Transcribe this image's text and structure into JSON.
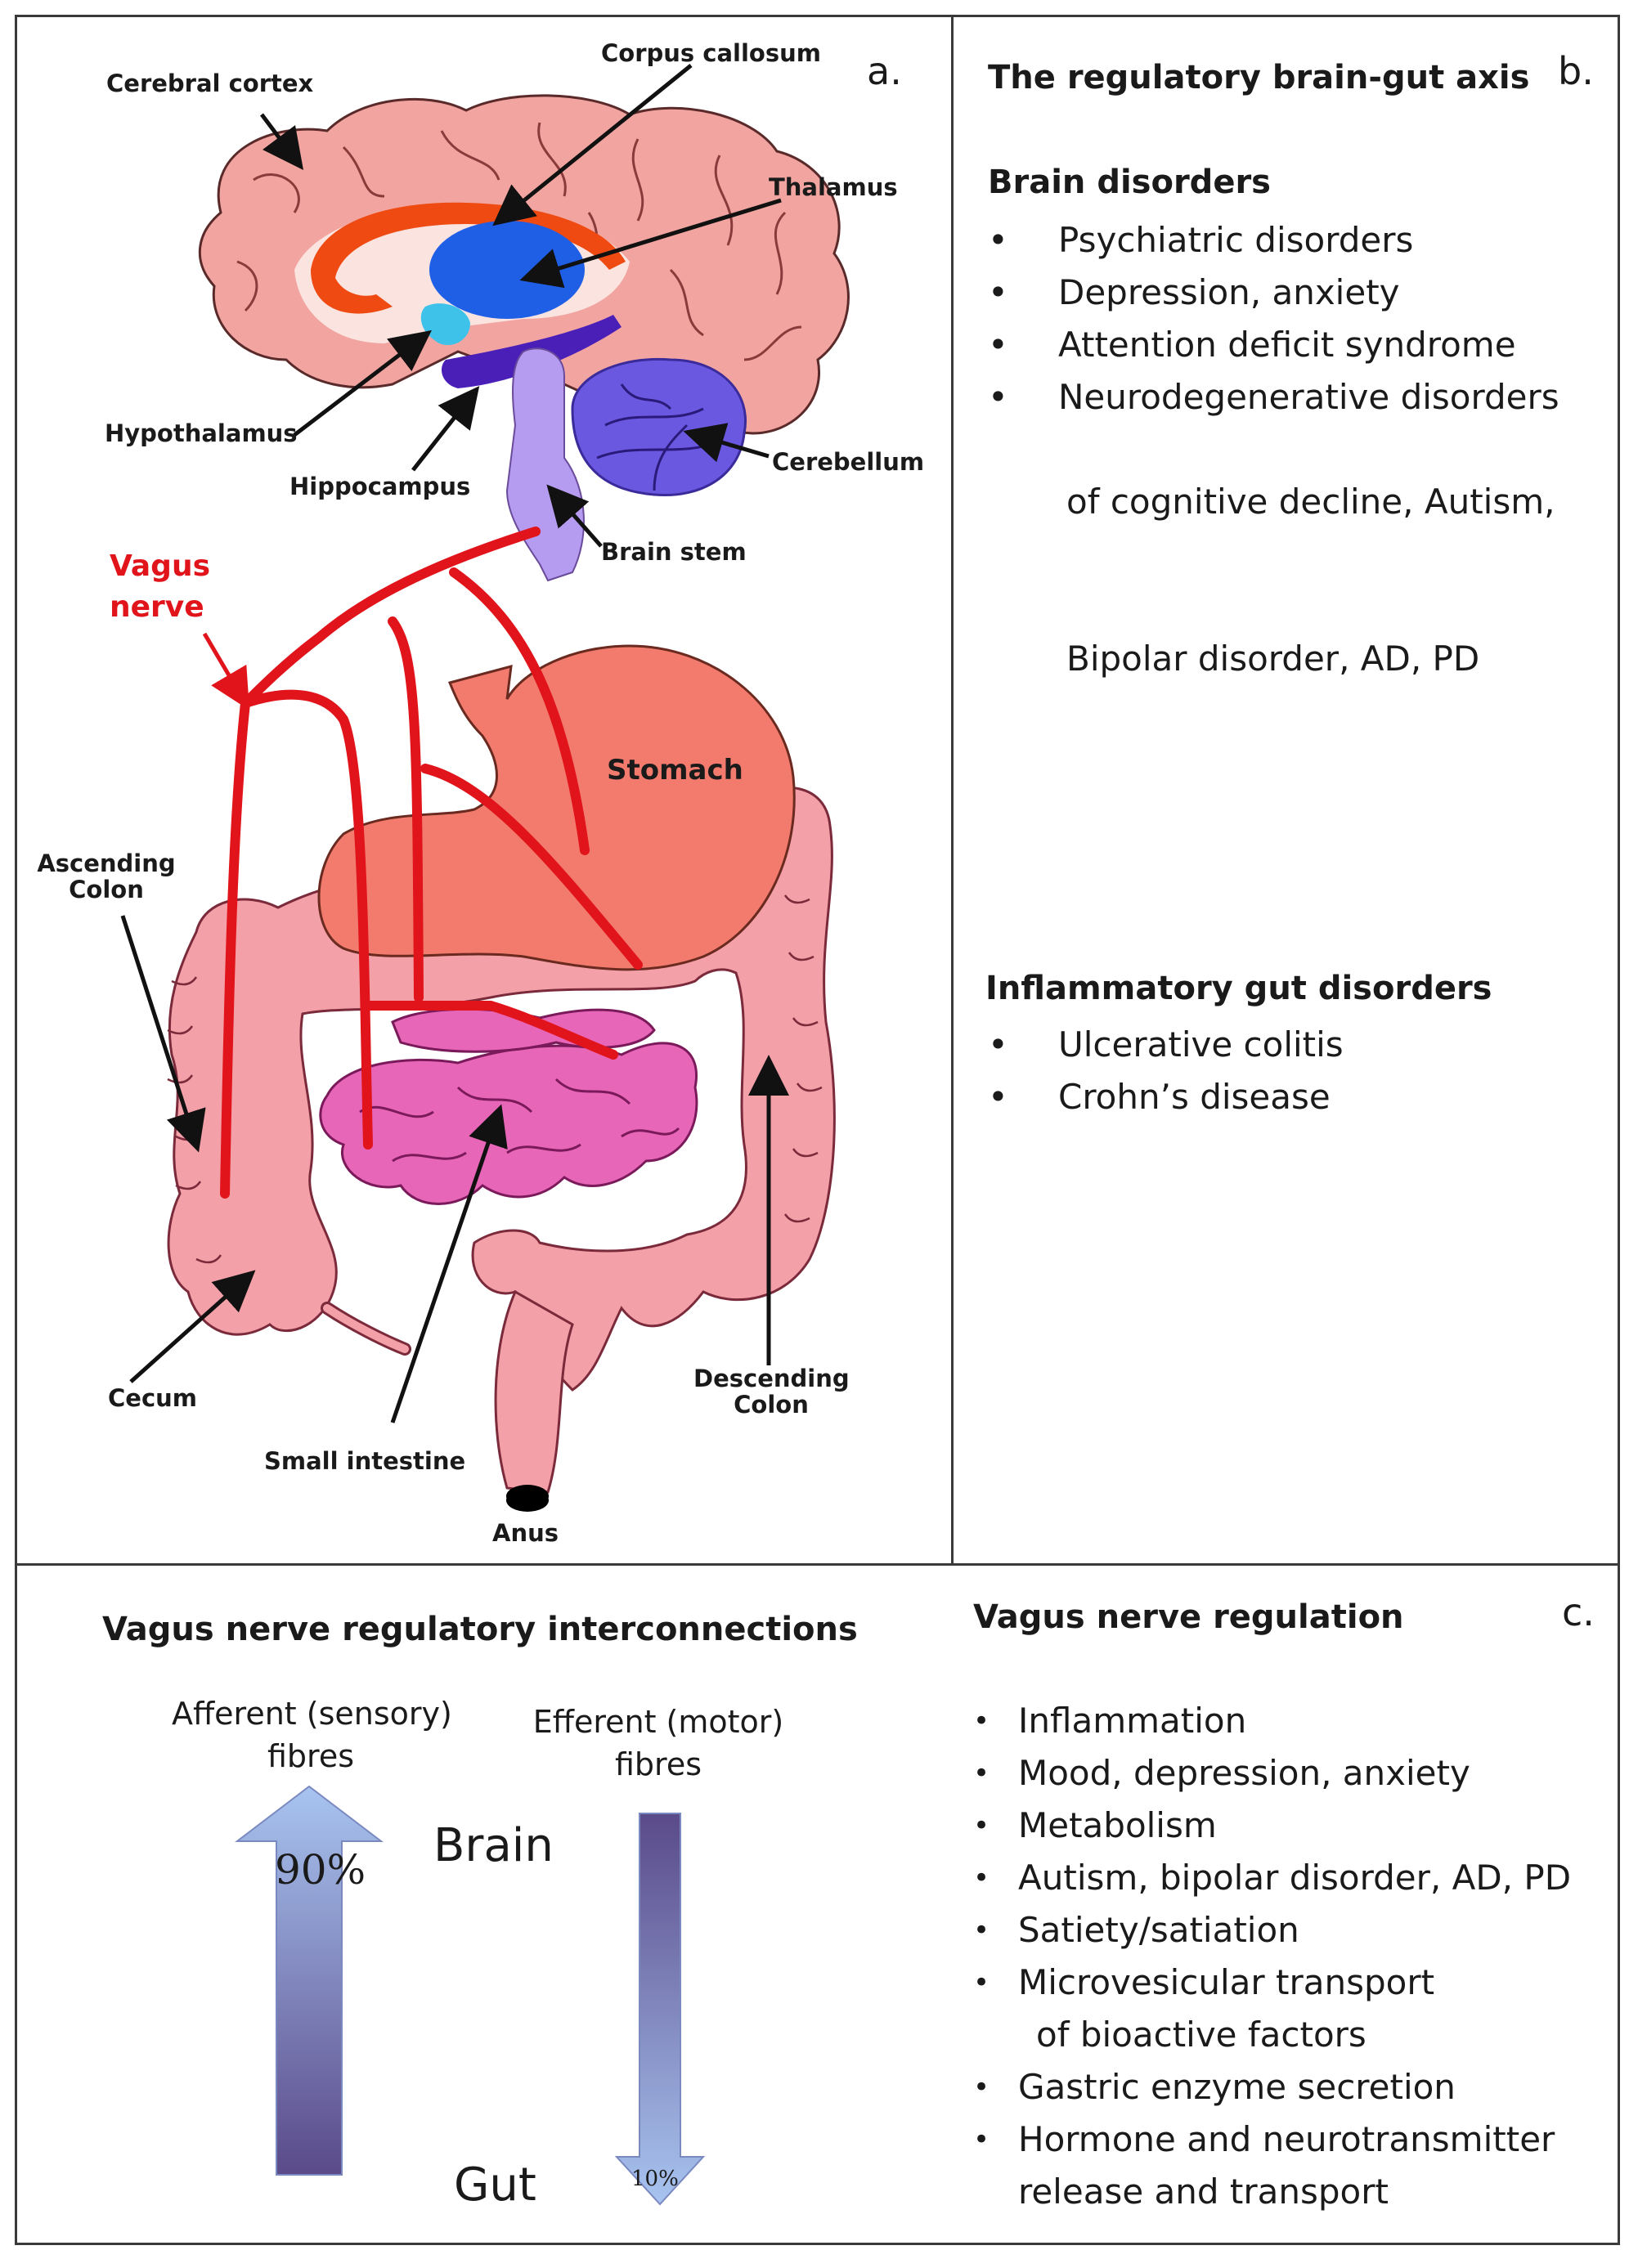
{
  "panel_a": {
    "letter": "a.",
    "labels": {
      "cerebral_cortex": "Cerebral cortex",
      "corpus_callosum": "Corpus callosum",
      "thalamus": "Thalamus",
      "hypothalamus": "Hypothalamus",
      "hippocampus": "Hippocampus",
      "cerebellum": "Cerebellum",
      "brain_stem": "Brain stem",
      "vagus_line1": "Vagus",
      "vagus_line2": "nerve",
      "stomach": "Stomach",
      "ascending_line1": "Ascending",
      "ascending_line2": "Colon",
      "cecum": "Cecum",
      "small_intestine": "Small intestine",
      "descending_line1": "Descending",
      "descending_line2": "Colon",
      "anus": "Anus"
    },
    "colors": {
      "cortex": "#f2a5a0",
      "corpus_callosum": "#ee4a12",
      "thalamus": "#1f5fe6",
      "hypothalamus": "#3fc2ea",
      "hippocampus": "#4a1fb8",
      "cerebellum": "#6a58e0",
      "brain_stem": "#b69cf0",
      "vagus": "#e0141a",
      "stomach": "#f27b6e",
      "colon": "#f4a0a8",
      "small_intestine": "#e866b8"
    }
  },
  "panel_b": {
    "letter": "b.",
    "title": "The regulatory brain-gut axis",
    "brain_heading": "Brain disorders",
    "brain_items": [
      "Psychiatric disorders",
      "Depression, anxiety",
      "Attention deficit syndrome",
      "Neurodegenerative disorders"
    ],
    "brain_item4_cont1": "of cognitive decline, Autism,",
    "brain_item4_cont2": "Bipolar disorder, AD, PD",
    "gut_heading": "Inflammatory gut disorders",
    "gut_items": [
      "Ulcerative colitis",
      "Crohn’s disease"
    ],
    "bullet": "•"
  },
  "panel_c": {
    "letter": "c.",
    "left_title": "Vagus nerve regulatory interconnections",
    "afferent_line1": "Afferent (sensory)",
    "afferent_line2": "fibres",
    "efferent_line1": "Efferent (motor)",
    "efferent_line2": "fibres",
    "brain": "Brain",
    "gut": "Gut",
    "afferent_pct": "90%",
    "efferent_pct": "10%",
    "right_title": "Vagus nerve regulation",
    "items": [
      "Inflammation",
      "Mood, depression, anxiety",
      "Metabolism",
      "Autism, bipolar disorder, AD, PD",
      "Satiety/satiation",
      "Microvesicular transport",
      "Gastric enzyme secretion",
      "Hormone and neurotransmitter"
    ],
    "item6_cont": "of bioactive factors",
    "item8_cont": "release and transport",
    "bullet": "•",
    "colors": {
      "arrow_light": "#a8c4f0",
      "arrow_dark": "#5a4a8a"
    }
  }
}
